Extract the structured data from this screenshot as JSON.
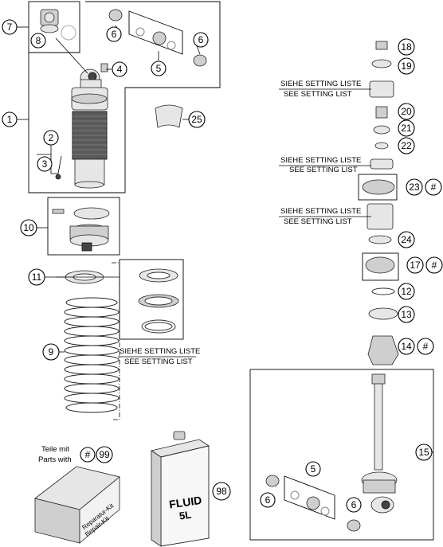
{
  "callouts": {
    "c1": "1",
    "c2": "2",
    "c3": "3",
    "c4": "4",
    "c5": "5",
    "c5b": "5",
    "c6a": "6",
    "c6b": "6",
    "c6c": "6",
    "c6d": "6",
    "c7": "7",
    "c8": "8",
    "c9": "9",
    "c10": "10",
    "c11": "11",
    "c12": "12",
    "c13": "13",
    "c14": "14",
    "c15": "15",
    "c17": "17",
    "c18": "18",
    "c19": "19",
    "c20": "20",
    "c21": "21",
    "c22": "22",
    "c23": "23",
    "c24": "24",
    "c25": "25",
    "c98": "98",
    "c99": "99",
    "hash14": "#",
    "hash17": "#",
    "hash23": "#",
    "hash_legend": "#"
  },
  "setting_notes": {
    "de": "SIEHE SETTING LISTE",
    "en": "SEE SETTING LIST"
  },
  "legend": {
    "line1": "Teile mit",
    "line2": "Parts with"
  },
  "fluid_can": {
    "line1": "FLUID",
    "line2": "5L"
  },
  "repair_kit": {
    "line1": "Reparatur-Kit",
    "line2": "Repair-Kit"
  }
}
